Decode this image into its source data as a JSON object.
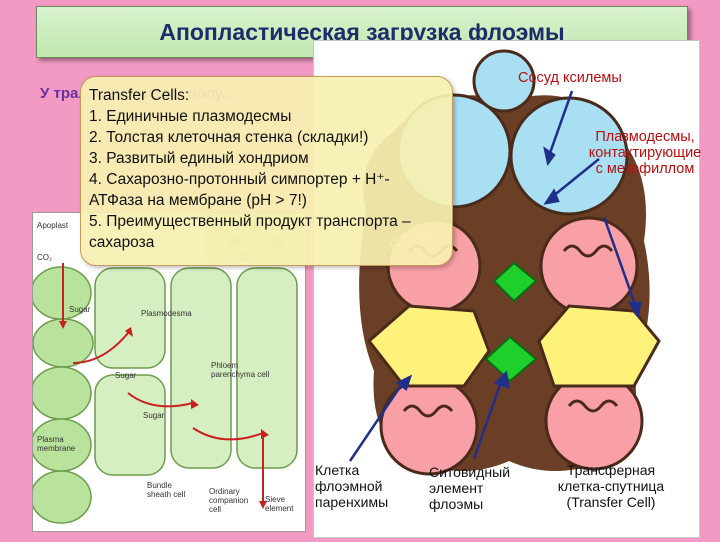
{
  "title": "Апопластическая загрузка флоэмы",
  "under_text": "У тра... с ак... загр... полу...",
  "callout": {
    "heading": "Transfer Cells:",
    "items": [
      "1.  Единичные плазмодесмы",
      "2.  Толстая клеточная стенка (складки!)",
      "3.  Развитый единый хондриом",
      "4.  Сахарозно-протонный симпортер + Н⁺-АТФаза на мембране (рН > 7!)",
      "5. Преимущественный продукт транспорта – сахароза"
    ]
  },
  "diagram_labels": {
    "xylem_vessel": "Сосуд ксилемы",
    "plasmodesmata": "Плазмодесмы, контактирующие с мезофиллом",
    "phloem_parenchyma": "Клетка флоэмной паренхимы",
    "sieve_element": "Ситовидный элемент флоэмы",
    "transfer_cell": "Трансферная клетка-спутница (Transfer Cell)"
  },
  "left_figure_labels": {
    "apoplast": "Apoplast",
    "co2": "CO₂",
    "sugar_1": "Sugar",
    "plasmodesma": "Plasmodesma",
    "sugar_2": "Sugar",
    "phloem_parenchyma": "Phloem parenchyma cell",
    "sugar_3": "Sugar",
    "plasma_membrane": "Plasma membrane",
    "bundle_sheath": "Bundle sheath cell",
    "ordinary_companion": "Ordinary companion cell",
    "sieve_element": "Sieve element"
  },
  "colors": {
    "background": "#f29ac4",
    "title_text": "#1d2c6b",
    "xylem_cell": "#a8dff2",
    "transfer_cell": "#f8a0a6",
    "parenchyma_cell": "#fff27a",
    "sieve_element": "#1fcf2c",
    "cell_wall": "#6b3f26",
    "label_red": "#b80e0e",
    "under_text": "#6b2fa5",
    "left_fig_green": "#b9e29d"
  }
}
